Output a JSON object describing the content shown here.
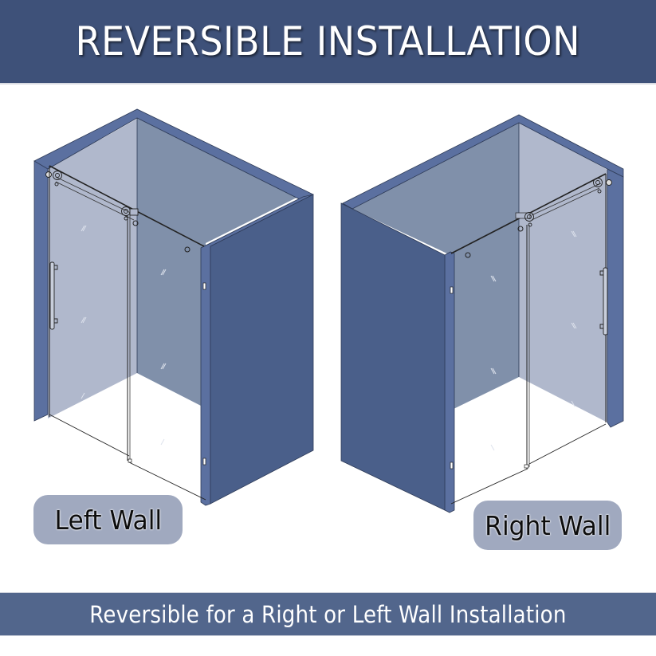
{
  "header": {
    "title": "REVERSIBLE INSTALLATION",
    "background": "#3e5179"
  },
  "diagrams": [
    {
      "id": "left",
      "label": "Left Wall",
      "description": "Sliding shower door enclosure installed against a left side wall"
    },
    {
      "id": "right",
      "label": "Right Wall",
      "description": "Sliding shower door enclosure installed against a right side wall"
    }
  ],
  "footer": {
    "text": "Reversible for a Right or Left Wall Installation",
    "background": "#52668c"
  },
  "colors": {
    "wall_front": "#4a5f8a",
    "wall_edge": "#5b70a0",
    "back_wall": "#8090aa",
    "glass_light": "#b0b8cc",
    "floor": "#ffffff",
    "label_bg": "#a0a9bf"
  }
}
